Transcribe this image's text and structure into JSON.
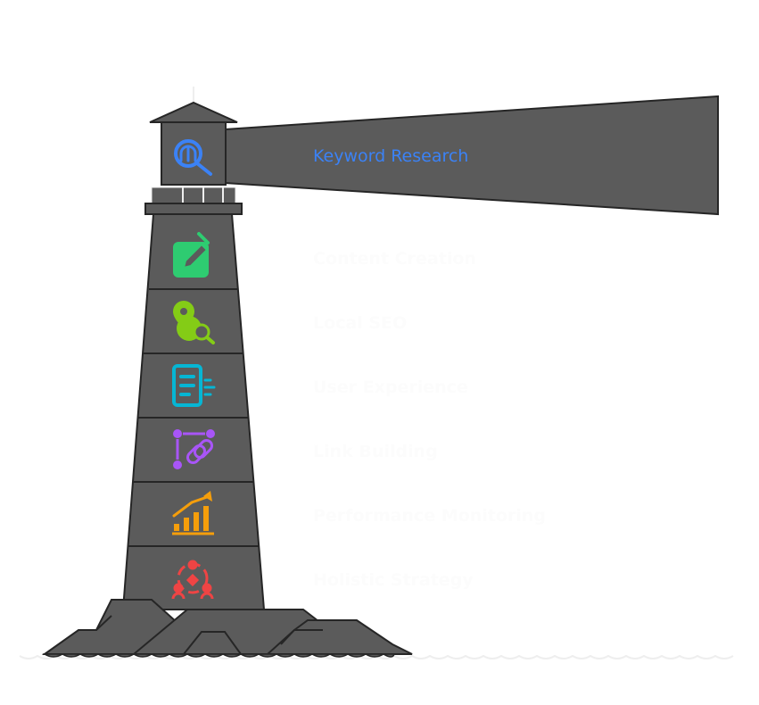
{
  "title": "Achieving SEO Success for Small Businesses",
  "colors": {
    "tower": "#5b5b5b",
    "outline": "#262626",
    "beam": "#5b5b5b",
    "water": "#eeeeee",
    "label_light": "#fcfcfc",
    "label_active": "#3b82f6"
  },
  "steps": [
    {
      "label": "Keyword Research",
      "icon": "keyword-search-icon",
      "color": "#3b82f6"
    },
    {
      "label": "Content Creation",
      "icon": "edit-icon",
      "color": "#2ecc71"
    },
    {
      "label": "Local SEO",
      "icon": "location-search-icon",
      "color": "#84cc16"
    },
    {
      "label": "User Experience",
      "icon": "document-icon",
      "color": "#06b6d4"
    },
    {
      "label": "Link Building",
      "icon": "link-icon",
      "color": "#a855f7"
    },
    {
      "label": "Performance Monitoring",
      "icon": "growth-chart-icon",
      "color": "#f59e0b"
    },
    {
      "label": "Holistic Strategy",
      "icon": "team-strategy-icon",
      "color": "#ef4444"
    }
  ]
}
